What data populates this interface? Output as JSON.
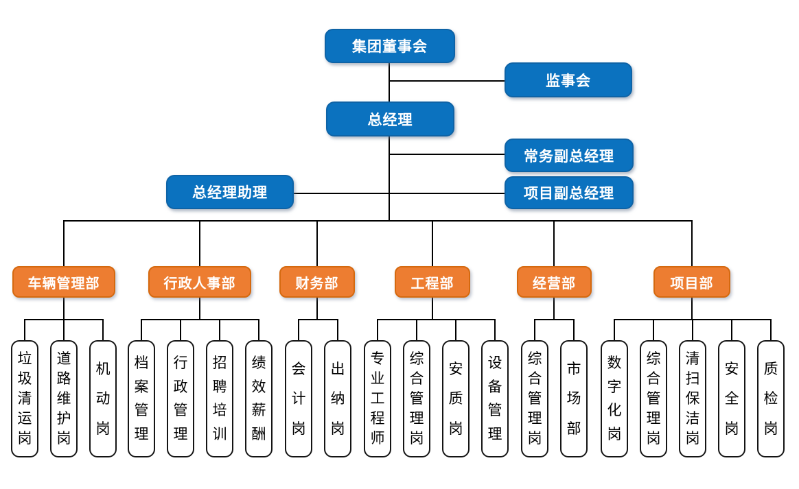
{
  "org_chart": {
    "executives": {
      "board": "集团董事会",
      "supervisory_board": "监事会",
      "general_manager": "总经理",
      "executive_deputy_gm": "常务副总经理",
      "gm_assistant": "总经理助理",
      "project_deputy_gm": "项目副总经理"
    },
    "departments": [
      {
        "label": "车辆管理部",
        "children": [
          "垃圾清运岗",
          "道路维护岗",
          "机动岗"
        ]
      },
      {
        "label": "行政人事部",
        "children": [
          "档案管理",
          "行政管理",
          "招聘培训",
          "绩效薪酬"
        ]
      },
      {
        "label": "财务部",
        "children": [
          "会计岗",
          "出纳岗"
        ]
      },
      {
        "label": "工程部",
        "children": [
          "专业工程师",
          "综合管理岗",
          "安质岗",
          "设备管理"
        ]
      },
      {
        "label": "经营部",
        "children": [
          "综合管理岗",
          "市场部"
        ]
      },
      {
        "label": "项目部",
        "children": [
          "数字化岗",
          "综合管理岗",
          "清扫保洁岗",
          "安全岗",
          "质检岗"
        ]
      }
    ],
    "colors": {
      "executive_fill": "#0b72bf",
      "executive_border": "#0e63a6",
      "department_fill": "#ed7d31",
      "department_border": "#d5690f",
      "post_border": "#141414",
      "connector": "#000000"
    }
  }
}
